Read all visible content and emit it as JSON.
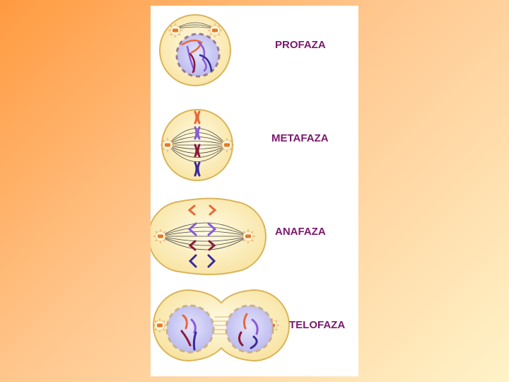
{
  "phases": [
    {
      "id": "prophase",
      "label": "PROFAZA"
    },
    {
      "id": "metaphase",
      "label": "METAFAZA"
    },
    {
      "id": "anaphase",
      "label": "ANAFAZA"
    },
    {
      "id": "telophase",
      "label": "TELOFAZA"
    }
  ],
  "colors": {
    "background_start": "#ff9a40",
    "background_end": "#fff3c8",
    "panel": "#ffffff",
    "label": "#7a1a6e",
    "cell_fill": "#fdf1c4",
    "cell_stroke": "#d9b45a",
    "nucleus_fill": "#c9c8f4",
    "chromosome_orange": "#e8683a",
    "chromosome_purple": "#8a5ad8",
    "chromosome_darkred": "#8a1a3a",
    "chromosome_blue": "#3a2a9a"
  }
}
